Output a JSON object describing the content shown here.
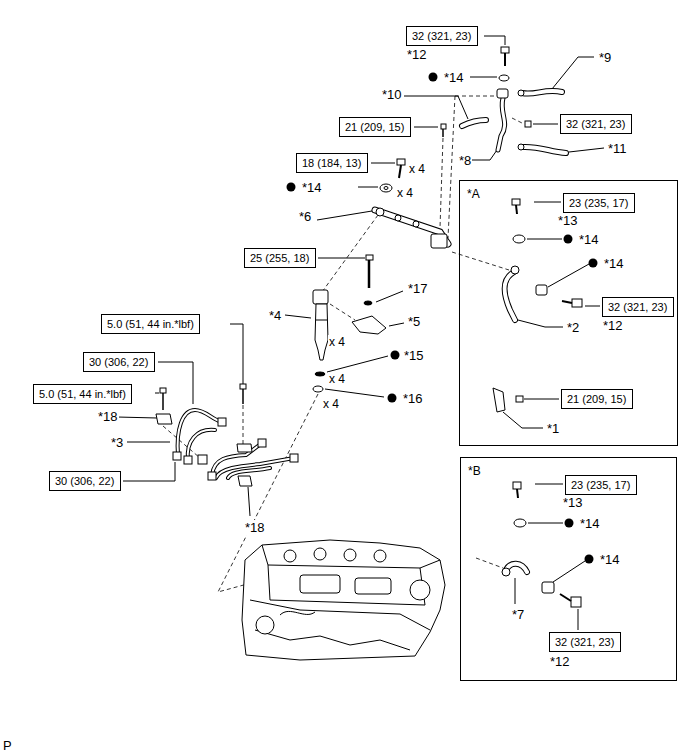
{
  "diagram": {
    "nodes": [
      {
        "text": [
          "32 (321, 23)"
        ]
      },
      {
        "text": [
          "21 (209, 15)"
        ]
      },
      {
        "text": [
          "32 (321, 23)"
        ]
      },
      {
        "text": [
          "18 (184, 13)"
        ]
      },
      {
        "text": [
          "*A"
        ]
      },
      {
        "text": [
          "23 (235, 17)"
        ],
        "in": 4
      },
      {
        "text": [
          "25 (255, 18)"
        ]
      },
      {
        "text": [
          "32 (321, 23)"
        ],
        "in": 4
      },
      {
        "text": [
          "5.0 (51, 44 in.*lbf)"
        ]
      },
      {
        "text": [
          "30 (306, 22)"
        ]
      },
      {
        "text": [
          "5.0 (51, 44 in.*lbf)"
        ]
      },
      {
        "text": [
          "21 (209, 15)"
        ],
        "in": 4
      },
      {
        "text": [
          "*B"
        ]
      },
      {
        "text": [
          "30 (306, 22)"
        ]
      },
      {
        "text": [
          "23 (235, 17)"
        ],
        "in": 12
      },
      {
        "text": [
          "32 (321, 23)"
        ],
        "in": 12
      }
    ],
    "labels": [
      "*12",
      "*14",
      "*9",
      "*10",
      "*8",
      "*11",
      "x 4",
      "*14",
      "x 4",
      "*6",
      "*13",
      "*14",
      "*14",
      "*17",
      "*4",
      "*12",
      "*5",
      "*2",
      "x 4",
      "*15",
      "x 4",
      "*16",
      "x 4",
      "*18",
      "*1",
      "*3",
      "*13",
      "*14",
      "*18",
      "*14",
      "*7",
      "*12",
      "P"
    ]
  }
}
